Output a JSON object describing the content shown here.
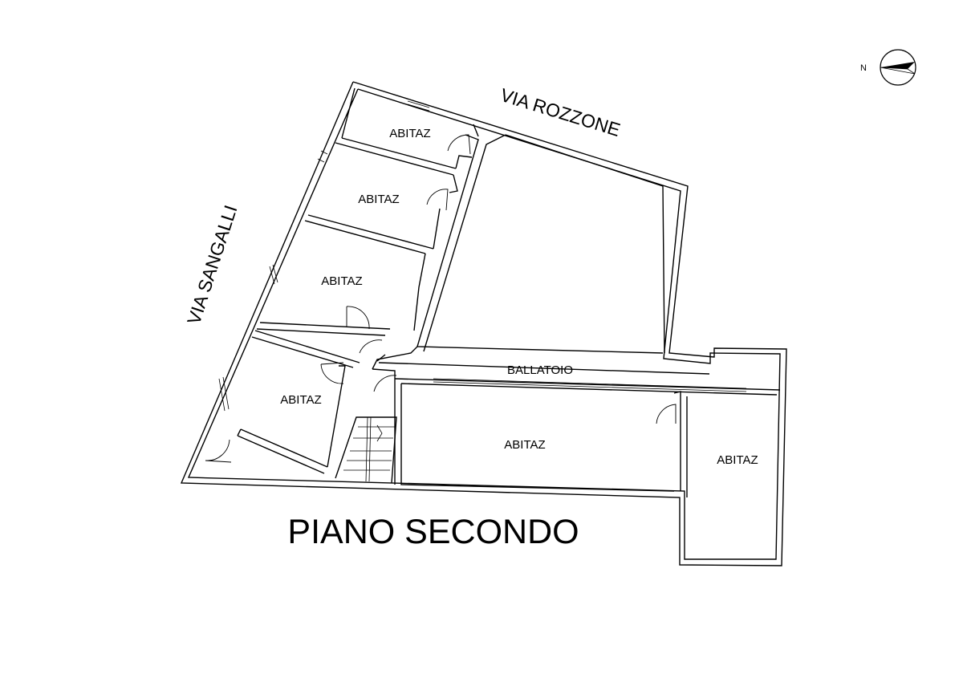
{
  "streets": {
    "north": "VIA ROZZONE",
    "west": "VIA SANGALLI"
  },
  "rooms": {
    "a1": "ABITAZ",
    "a2": "ABITAZ",
    "a3": "ABITAZ",
    "a4": "ABITAZ",
    "a5": "ABITAZ",
    "a6": "ABITAZ"
  },
  "gallery": "BALLATOIO",
  "floor_title": "PIANO SECONDO",
  "north_arrow": {
    "label": "N",
    "icon": "north-arrow-icon"
  }
}
